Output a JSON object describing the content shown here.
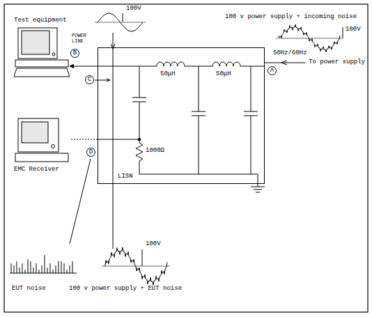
{
  "diagram": {
    "nodes": [
      {
        "text": [
          "Test equipment"
        ]
      },
      {
        "text": [
          "B"
        ]
      },
      {
        "text": [
          "C"
        ]
      },
      {
        "text": [
          "LISN"
        ]
      },
      {
        "text": [
          "A"
        ]
      },
      {
        "text": [
          "EMC Receiver"
        ]
      },
      {
        "text": [
          "D"
        ]
      }
    ],
    "edges": [
      {
        "from": 3,
        "to": 0,
        "arrow": "to"
      },
      {
        "from": 3,
        "to": 5,
        "arrow": "none"
      }
    ],
    "labels": [
      "100V",
      "POWER LINE",
      "100 v power supply + incoming noise",
      "100V",
      "50Hz/60Hz",
      "To power supply",
      "50μH",
      "50μH",
      "1000Ω",
      "EUT noise",
      "100 v power supply + EUT noise",
      "100V"
    ]
  }
}
